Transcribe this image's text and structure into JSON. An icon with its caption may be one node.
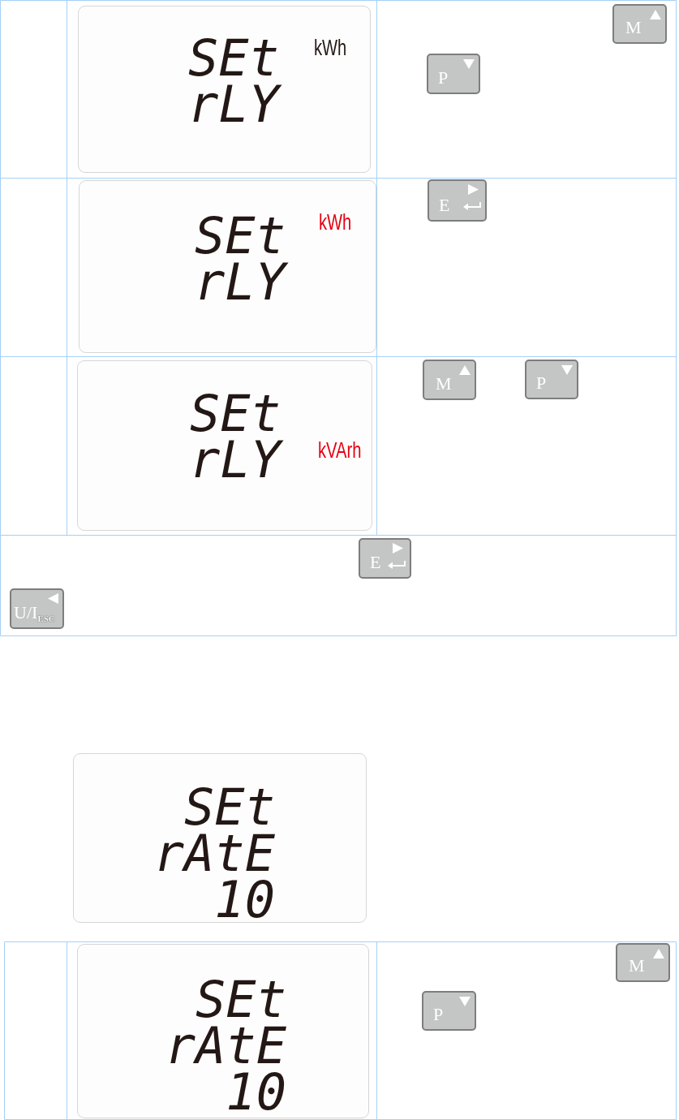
{
  "diagram": {
    "nodes": [
      {
        "text": [
          "SEt",
          "rLY",
          "kWh"
        ]
      },
      {
        "text": [
          "M"
        ]
      },
      {
        "text": [
          "P"
        ]
      },
      {
        "text": [
          "SEt",
          "rLY",
          "kWh"
        ]
      },
      {
        "text": [
          "E"
        ]
      },
      {
        "text": [
          "SEt",
          "rLY",
          "kVArh"
        ]
      },
      {
        "text": [
          "M"
        ]
      },
      {
        "text": [
          "P"
        ]
      },
      {
        "text": [
          "E"
        ]
      },
      {
        "text": [
          "U/I$_{ESC}$"
        ]
      },
      {
        "text": [
          "SEt",
          "rAtE",
          "10"
        ]
      },
      {
        "text": [
          "SEt",
          "rAtE",
          "10"
        ]
      },
      {
        "text": [
          "M"
        ]
      },
      {
        "text": [
          "P"
        ]
      }
    ]
  }
}
